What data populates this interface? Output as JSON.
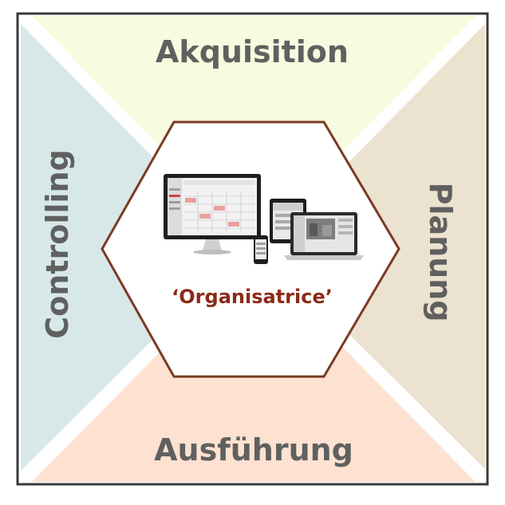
{
  "diagram": {
    "quadrants": {
      "top": {
        "label": "Akquisition",
        "color": "#f7fbdf"
      },
      "right": {
        "label": "Planung",
        "color": "#ebe2cf"
      },
      "bottom": {
        "label": "Ausführung",
        "color": "#fde2d1"
      },
      "left": {
        "label": "Controlling",
        "color": "#d8e8e8"
      }
    },
    "center": {
      "label": "‘Organisatrice’",
      "border_color": "#7b3a24",
      "fill": "#ffffff",
      "illustration": "devices-icon"
    },
    "frame_color": "#3a3a3a"
  }
}
